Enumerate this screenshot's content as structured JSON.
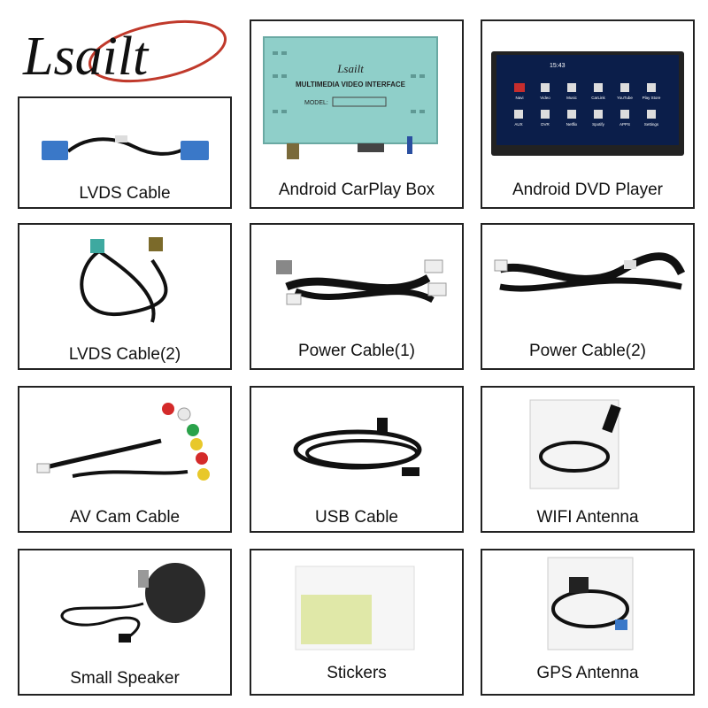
{
  "brand": {
    "logo_text": "Lsailt"
  },
  "products": [
    {
      "id": "lvds-cable",
      "label": "LVDS Cable",
      "icon": "lvds-cable-icon"
    },
    {
      "id": "android-carplay-box",
      "label": "Android CarPlay Box",
      "icon": "carplay-box-icon",
      "box_text": {
        "brand": "Lsailt",
        "title": "MULTIMEDIA VIDEO INTERFACE",
        "model": "MODEL:"
      }
    },
    {
      "id": "android-dvd-player",
      "label": "Android DVD Player",
      "icon": "dvd-player-icon",
      "screen": {
        "time": "15:43",
        "apps_row1": [
          "Navi",
          "Video",
          "Music",
          "CarLink",
          "YouTube",
          "Play Store"
        ],
        "apps_row2": [
          "AUX",
          "DVR",
          "Netflix",
          "Spotify",
          "APPS",
          "Settings"
        ]
      }
    },
    {
      "id": "lvds-cable-2",
      "label": "LVDS Cable(2)",
      "icon": "lvds-cable-2-icon"
    },
    {
      "id": "power-cable-1",
      "label": "Power Cable(1)",
      "icon": "power-cable-1-icon"
    },
    {
      "id": "power-cable-2",
      "label": "Power Cable(2)",
      "icon": "power-cable-2-icon"
    },
    {
      "id": "av-cam-cable",
      "label": "AV Cam Cable",
      "icon": "av-cam-cable-icon"
    },
    {
      "id": "usb-cable",
      "label": "USB Cable",
      "icon": "usb-cable-icon"
    },
    {
      "id": "wifi-antenna",
      "label": "WIFI Antenna",
      "icon": "wifi-antenna-icon"
    },
    {
      "id": "small-speaker",
      "label": "Small Speaker",
      "icon": "speaker-icon"
    },
    {
      "id": "stickers",
      "label": "Stickers",
      "icon": "stickers-icon"
    },
    {
      "id": "gps-antenna",
      "label": "GPS Antenna",
      "icon": "gps-antenna-icon"
    }
  ],
  "colors": {
    "border": "#222222",
    "box": "#8fcfc9",
    "screen": "#0b1e4a",
    "cable": "#111111",
    "connector_blue": "#3a78c8"
  }
}
